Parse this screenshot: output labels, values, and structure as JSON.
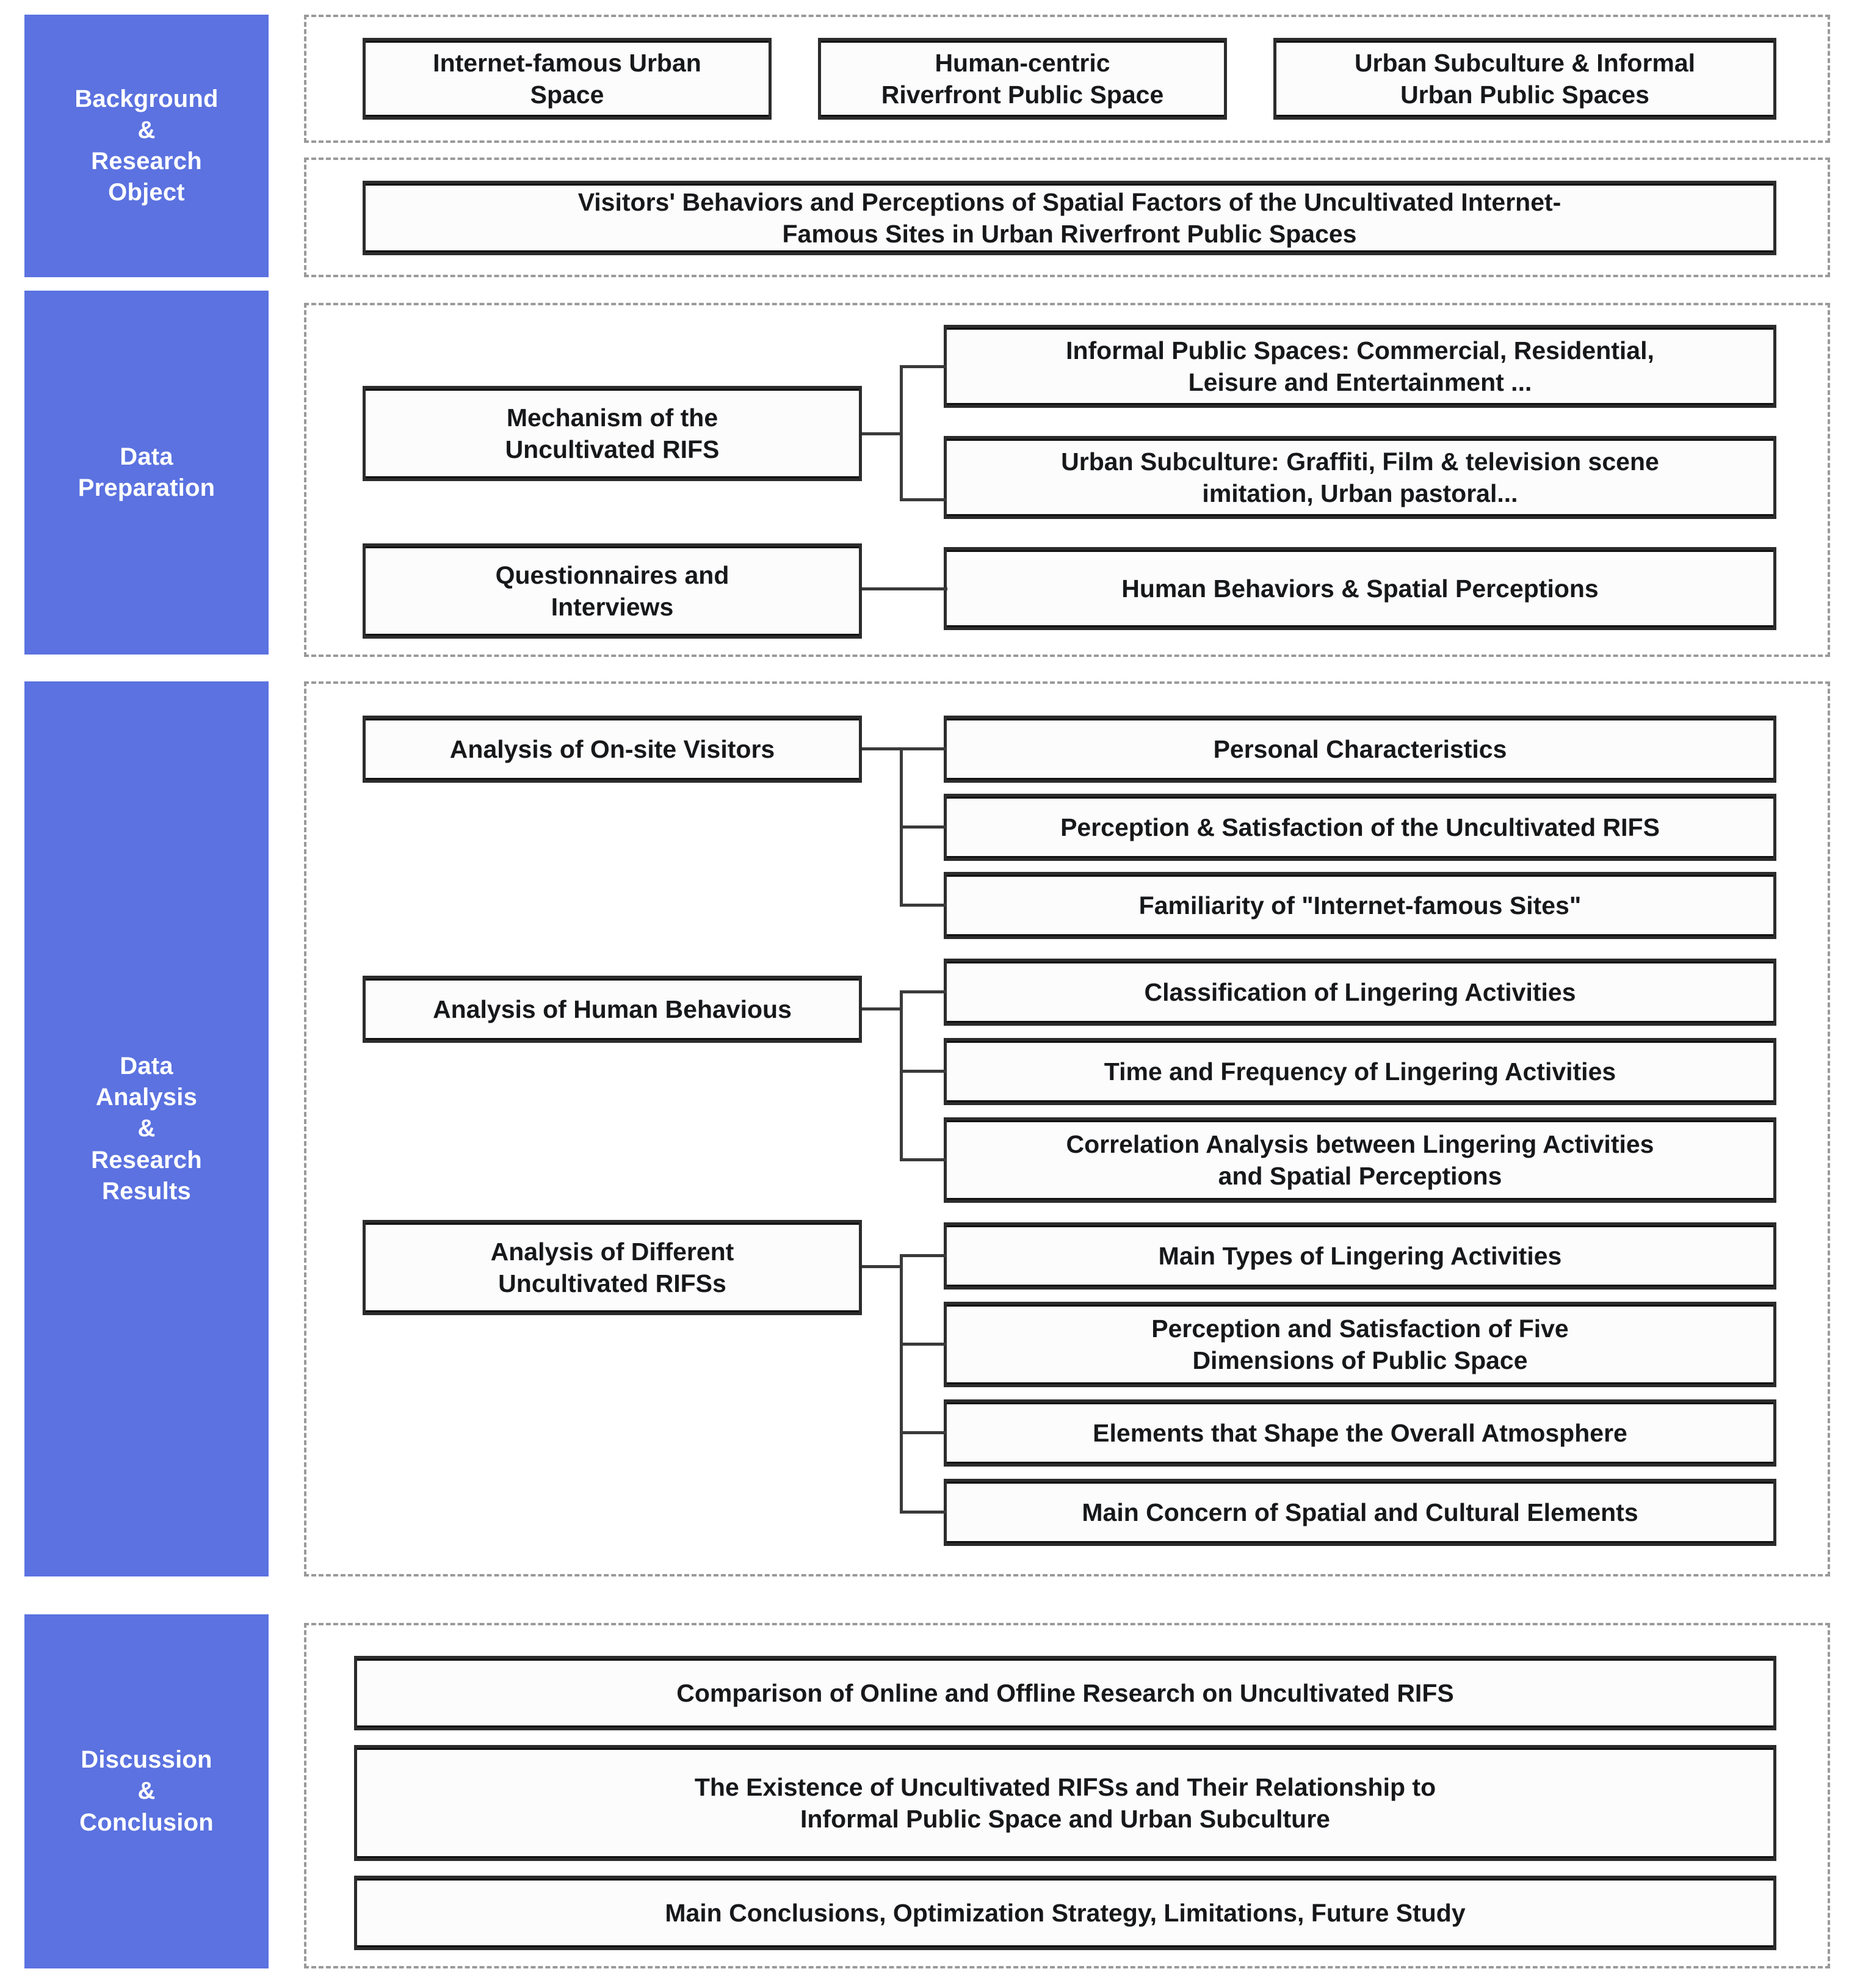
{
  "colors": {
    "stage_bg": "#5b72e0",
    "stage_text": "#ffffff",
    "node_border": "#2c2c2c",
    "node_bg": "#fcfcfd",
    "group_dash": "#9a9a9a",
    "connector": "#3a3a3a"
  },
  "stages": [
    {
      "id": "background",
      "label": "Background\n&\nResearch\nObject"
    },
    {
      "id": "data-preparation",
      "label": "Data\nPreparation"
    },
    {
      "id": "data-analysis",
      "label": "Data\nAnalysis\n&\nResearch\nResults"
    },
    {
      "id": "discussion",
      "label": "Discussion\n&\nConclusion"
    }
  ],
  "background": {
    "row1": [
      "Internet-famous  Urban\nSpace",
      "Human-centric\nRiverfront Public Space",
      "Urban Subculture & Informal\nUrban Public Spaces"
    ],
    "row2": "Visitors' Behaviors and Perceptions of Spatial Factors of the Uncultivated Internet-\nFamous Sites in Urban Riverfront Public Spaces"
  },
  "data_preparation": {
    "parents": [
      "Mechanism of the\nUncultivated RIFS",
      "Questionnaires and\nInterviews"
    ],
    "children": [
      "Informal Public Spaces:  Commercial, Residential,\nLeisure and Entertainment ...",
      "Urban Subculture: Graffiti, Film & television scene\nimitation, Urban pastoral...",
      "Human Behaviors & Spatial Perceptions"
    ]
  },
  "data_analysis": {
    "parents": [
      "Analysis of On-site Visitors",
      "Analysis of Human Behavious",
      "Analysis of Different\nUncultivated RIFSs"
    ],
    "children": [
      "Personal Characteristics",
      "Perception & Satisfaction of the Uncultivated RIFS",
      "Familiarity of  \"Internet-famous Sites\"",
      "Classification of Lingering Activities",
      "Time and Frequency of Lingering Activities",
      "Correlation Analysis between Lingering Activities\nand Spatial Perceptions",
      "Main Types of Lingering Activities",
      "Perception and Satisfaction of Five\nDimensions of Public Space",
      "Elements that Shape the Overall Atmosphere",
      "Main Concern of Spatial and Cultural Elements"
    ]
  },
  "discussion": {
    "items": [
      "Comparison of Online and Offline Research on Uncultivated RIFS",
      "The Existence of Uncultivated RIFSs and Their Relationship to\nInformal Public Space and Urban Subculture",
      "Main Conclusions, Optimization Strategy, Limitations, Future Study"
    ]
  }
}
